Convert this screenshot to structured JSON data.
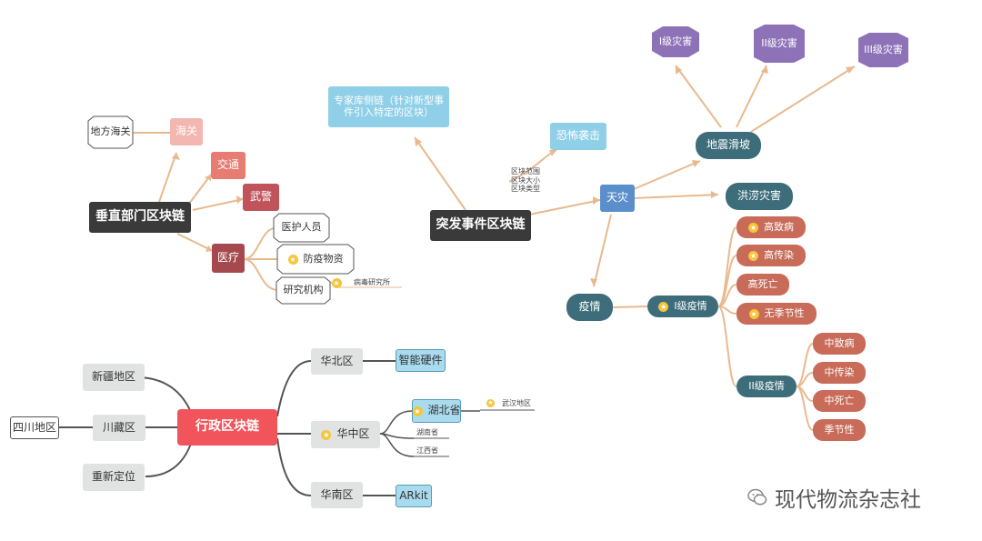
{
  "colors": {
    "connector": "#e9b98e",
    "dark_connector": "#555555",
    "root": "#3a3a3a",
    "hexagon": "#8e72b8",
    "admin_root": "#f2545b"
  },
  "vertical": {
    "root": "垂直部门区块链",
    "haiguan": "海关",
    "difang": "地方海关",
    "jiaotong": "交通",
    "wujing": "武警",
    "yiliao": "医疗",
    "yihu": "医护人员",
    "fangyi": "防疫物资",
    "yanjiu": "研究机构",
    "bingdu": "病毒研究所"
  },
  "emergency": {
    "root": "突发事件区块链",
    "expert": "专家库侧链（针对新型事件引入特定的区块）",
    "terror": "恐怖袭击",
    "attrs": [
      "区块范围",
      "区块大小",
      "区块类型"
    ],
    "tianzai": "天灾",
    "dizhen": "地震滑坡",
    "honglao": "洪涝灾害",
    "levels": [
      "I级灾害",
      "II级灾害",
      "III级灾害"
    ],
    "yiqing": "疫情",
    "level1": "I级疫情",
    "level2": "II级疫情",
    "level1_items": [
      "高致病",
      "高传染",
      "高死亡",
      "无季节性"
    ],
    "level2_items": [
      "中致病",
      "中传染",
      "中死亡",
      "季节性"
    ]
  },
  "admin": {
    "root": "行政区块链",
    "xinjiang": "新疆地区",
    "chuanzang": "川藏区",
    "sichuan": "四川地区",
    "chongxin": "重新定位",
    "huabei": "华北区",
    "zhineng": "智能硬件",
    "huazhong": "华中区",
    "hubei": "湖北省",
    "wuhan": "武汉地区",
    "hunan": "湖南省",
    "jiangxi": "江西省",
    "huanan": "华南区",
    "arkit": "ARkit"
  },
  "watermark": "现代物流杂志社"
}
